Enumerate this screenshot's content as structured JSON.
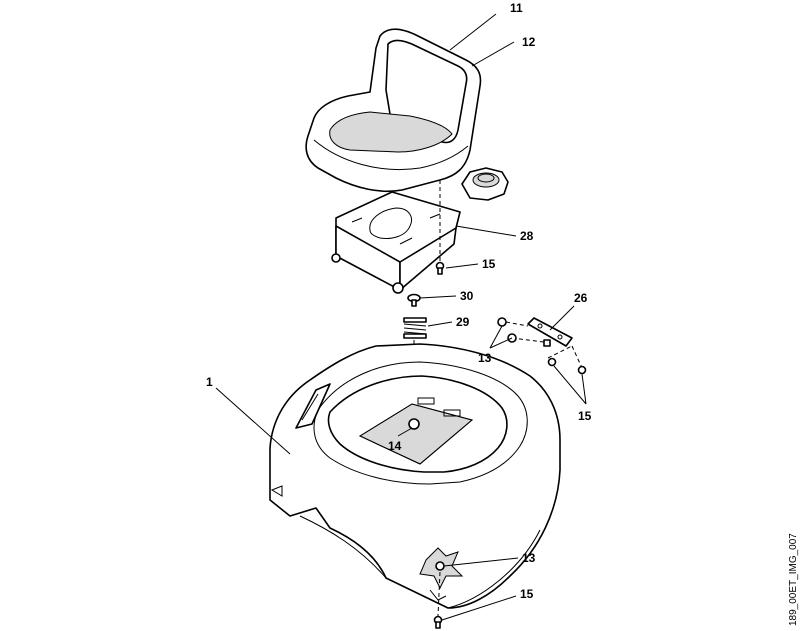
{
  "diagram": {
    "reference_code": "189_00ET_IMG_007",
    "callouts": {
      "c11": "11",
      "c12": "12",
      "c28": "28",
      "c15_upper": "15",
      "c30": "30",
      "c29": "29",
      "c26": "26",
      "c13_right": "13",
      "c15_right": "15",
      "c1": "1",
      "c14": "14",
      "c13_lower": "13",
      "c15_lower": "15"
    },
    "parts": [
      {
        "number": "1",
        "name": "seat-pan-cover"
      },
      {
        "number": "11",
        "name": "seat"
      },
      {
        "number": "12",
        "name": "seat-cushion"
      },
      {
        "number": "13",
        "name": "nut"
      },
      {
        "number": "14",
        "name": "nut"
      },
      {
        "number": "15",
        "name": "screw"
      },
      {
        "number": "26",
        "name": "bracket"
      },
      {
        "number": "28",
        "name": "seat-mounting-plate"
      },
      {
        "number": "29",
        "name": "spring"
      },
      {
        "number": "30",
        "name": "screw"
      }
    ],
    "colors": {
      "line": "#000000",
      "background": "#ffffff",
      "shade": "#d9d9d9"
    }
  }
}
